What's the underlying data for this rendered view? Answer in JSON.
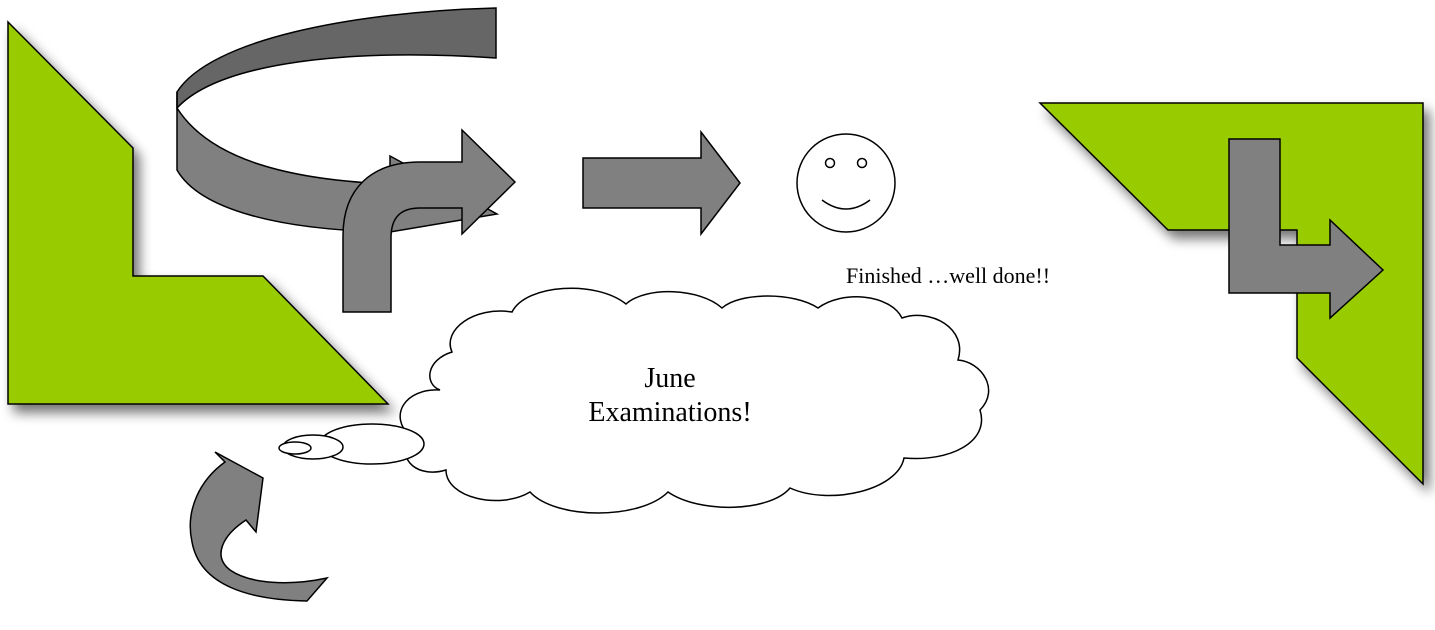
{
  "diagram": {
    "cloud_text_line1": "June",
    "cloud_text_line2": "Examinations!",
    "finished_label": "Finished …well done!!"
  },
  "colors": {
    "green": "#99cc00",
    "arrow_gray": "#808080",
    "arrow_dark": "#666666",
    "outline": "#000000",
    "background": "#ffffff"
  },
  "icons": {
    "smiley": "smiley-face-icon",
    "cloud": "thought-cloud-icon"
  }
}
